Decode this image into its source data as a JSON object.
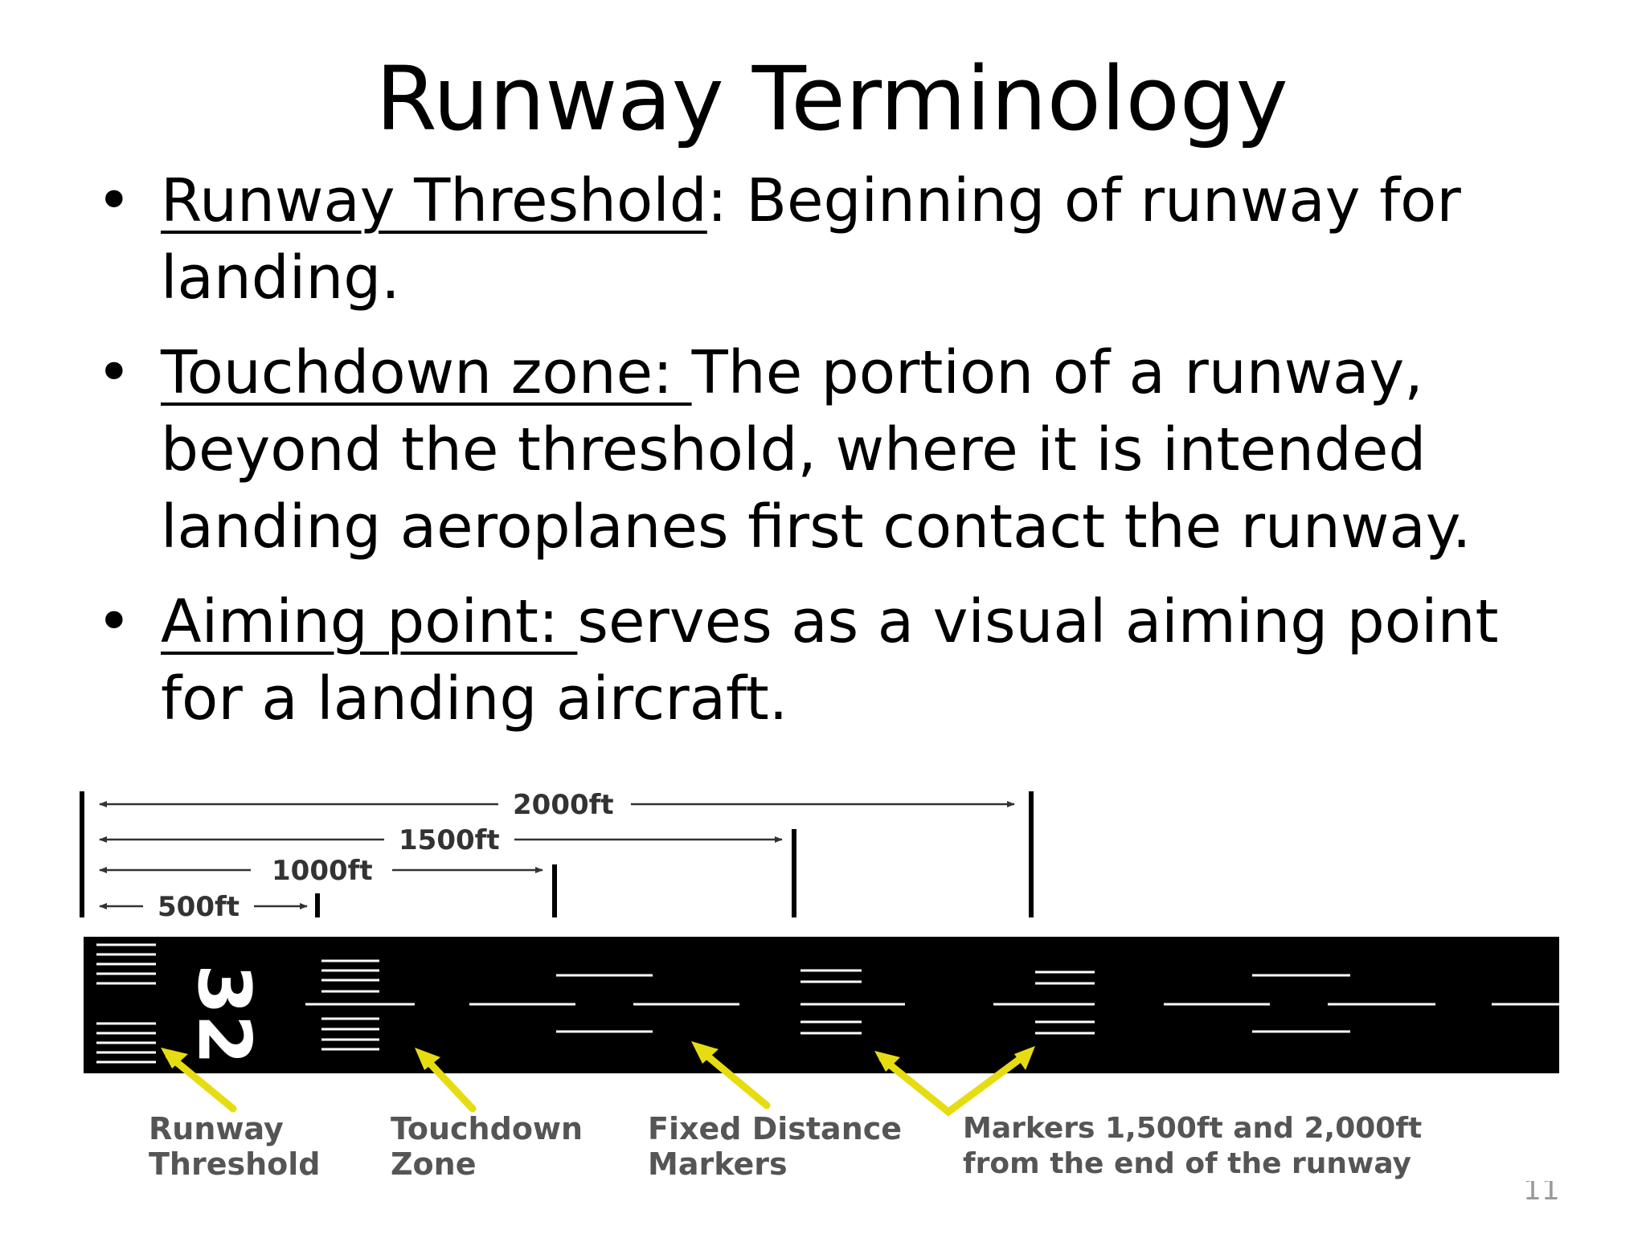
{
  "slide": {
    "title": "Runway Terminology",
    "bullets": [
      {
        "term": "Runway Threshold",
        "after_term": ":  Beginning of runway for landing."
      },
      {
        "term": "Touchdown zone: ",
        "after_term": "The portion of a runway, beyond the threshold, where it is intended landing aeroplanes first contact the runway."
      },
      {
        "term": "Aiming point: ",
        "after_term": "serves as a visual aiming point for a landing aircraft."
      }
    ],
    "page_number": "11"
  },
  "diagram": {
    "distances": [
      "2000ft",
      "1500ft",
      "1000ft",
      "500ft"
    ],
    "runway_number": "32",
    "labels": [
      {
        "line1": "Runway",
        "line2": "Threshold"
      },
      {
        "line1": "Touchdown",
        "line2": "Zone"
      },
      {
        "line1": "Fixed Distance",
        "line2": "Markers"
      },
      {
        "line1": "Markers 1,500ft and 2,000ft",
        "line2": "from the end of the runway"
      }
    ],
    "colors": {
      "runway": "#000000",
      "marking": "#ffffff",
      "pointer": "#f2ea1c",
      "label_text": "#555555"
    }
  }
}
